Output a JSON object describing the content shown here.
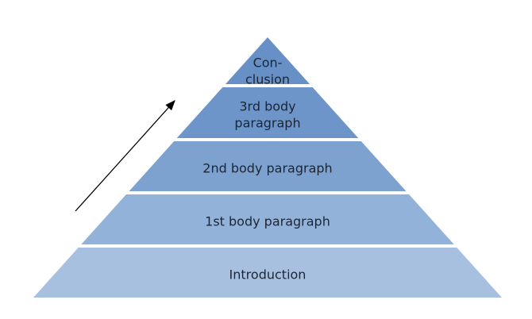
{
  "diagram": {
    "layers": [
      {
        "label_lines": [
          "Con-",
          "clusion"
        ],
        "color": "#6690c6"
      },
      {
        "label_lines": [
          "3rd body",
          "paragraph"
        ],
        "color": "#6d95ca"
      },
      {
        "label_lines": [
          "2nd body paragraph"
        ],
        "color": "#7ea2d0"
      },
      {
        "label_lines": [
          "1st body paragraph"
        ],
        "color": "#93b2d9"
      },
      {
        "label_lines": [
          "Introduction"
        ],
        "color": "#a8c0e0"
      }
    ],
    "arrow_color": "#000000"
  }
}
